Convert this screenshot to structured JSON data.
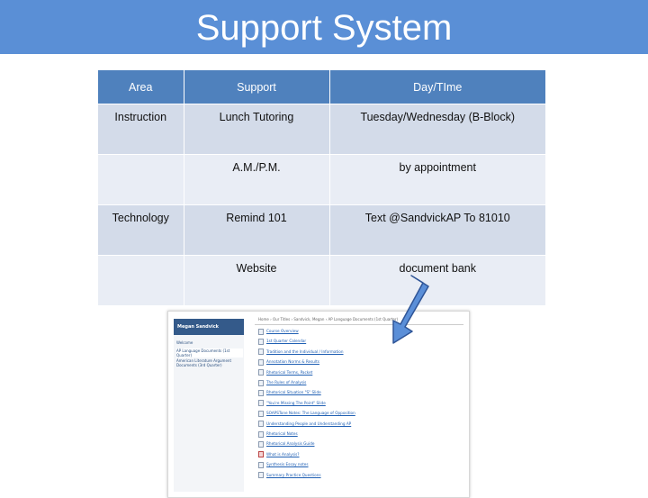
{
  "title": "Support System",
  "table": {
    "headers": [
      "Area",
      "Support",
      "Day/TIme"
    ],
    "rows": [
      [
        "Instruction",
        "Lunch Tutoring",
        "Tuesday/Wednesday (B-Block)"
      ],
      [
        "",
        "A.M./P.M.",
        "by appointment"
      ],
      [
        "Technology",
        "Remind 101",
        "Text @SandvickAP To 81010"
      ],
      [
        "",
        "Website",
        "document bank"
      ]
    ]
  },
  "website": {
    "site_name": "Megan Sandvick",
    "sidebar_items": [
      "Welcome",
      "AP Language Documents (1st Quarter)",
      "American Literature Argument Documents (3rd Quarter)"
    ],
    "breadcrumb": "Home  ›  Our Titles  ›  Sandvick, Megan  ›  AP Language Documents (1st Quarter)",
    "documents": [
      "Course Overview",
      "1st Quarter Calendar",
      "Tradition and the Individual / Information",
      "Annotation Norms & Results",
      "Rhetorical Terms, Packet",
      "The Rules of Analysis",
      "Rhetorical Situation \"S\" Slide",
      "\"You're Missing The Point\" Slide",
      "SOAPSTone Notes: The Language of Opposition",
      "Understanding People and Understanding AP",
      "Rhetorical Notes",
      "Rhetorical Analysis Guide",
      "What is Analysis?",
      "Synthesis Essay notes",
      "Summary Practice Questions"
    ],
    "document_icons": [
      "page",
      "page",
      "page",
      "page",
      "page",
      "page",
      "page",
      "page",
      "page",
      "page",
      "page",
      "page",
      "red-page",
      "page",
      "page"
    ]
  },
  "colors": {
    "title_bar": "#5a8fd6",
    "header_fill": "#4f81bd",
    "row_fill_dark": "#d3dbe9",
    "row_fill_light": "#e9edf5",
    "arrow_fill": "#5b8fd8",
    "arrow_stroke": "#2f5597"
  }
}
